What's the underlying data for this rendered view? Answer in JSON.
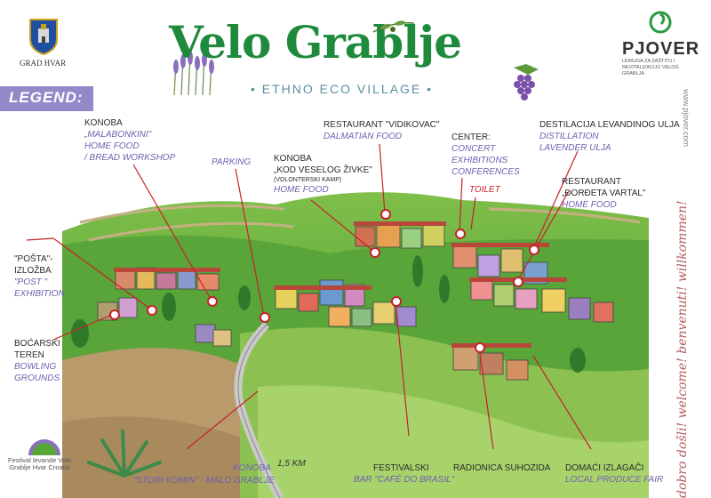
{
  "header": {
    "title": "Velo Grablje",
    "subtitle": "• ETHNO ECO VILLAGE •",
    "legend": "LEGEND:"
  },
  "logos": {
    "grad_hvar": "GRAD HVAR",
    "pjover": "PJOVER",
    "pjover_sub": "UDRUGA ZA ZAŠTITU I REVITALIZACIJU VELOG GRABLJA",
    "festival": "Festival levande Velo Grablje Hvar Croatia",
    "website": "www.pjover.com"
  },
  "side_text": "dobro došli! welcome! benvenuti! willkommen!",
  "labels": {
    "malabonkini": {
      "title": "KONOBA",
      "name": "„MALABONKINI\"",
      "desc1": "HOME FOOD",
      "desc2": "/ BREAD WORKSHOP"
    },
    "parking": {
      "desc": "PARKING"
    },
    "veselog": {
      "title": "KONOBA",
      "name": "„KOD VESELOG ŽIVKE\"",
      "sub": "(VOLONTERSKI KAMP)",
      "desc": "HOME FOOD"
    },
    "vidikovac": {
      "title": "RESTAURANT \"VIDIKOVAC\"",
      "desc": "DALMATIAN FOOD"
    },
    "center": {
      "title": "CENTER:",
      "d1": "CONCERT",
      "d2": "EXHIBITIONS",
      "d3": "CONFERENCES"
    },
    "toilet": {
      "desc": "TOILET"
    },
    "destilacija": {
      "title": "DESTILACIJA LEVANDINOG ULJA",
      "d1": "DISTILLATION",
      "d2": "LAVENDER ULJA"
    },
    "dordeta": {
      "title": "RESTAURANT",
      "name": "„ĐORĐETA VARTAL\"",
      "desc": "HOME FOOD"
    },
    "posta": {
      "t1": "\"POŠTA\"-",
      "t2": "IZLOŽBA",
      "d1": "\"POST \"",
      "d2": "EXHIBITION"
    },
    "bocarski": {
      "t1": "BOĆARSKI",
      "t2": "TEREN",
      "d1": "BOWLING",
      "d2": "GROUNDS"
    },
    "stori": {
      "title": "KONOBA",
      "desc": "\"STORI KOMIN\" - MALO GRABLJE",
      "distance": "1,5 KM"
    },
    "festivalski": {
      "title": "FESTIVALSKI",
      "desc": "BAR \"CAFÉ DO BRASIL\""
    },
    "radionica": {
      "title": "RADIONICA SUHOZIDA"
    },
    "domaci": {
      "title": "DOMAĆI IZLAGAČI",
      "desc": "LOCAL PRODUCE FAIR"
    }
  },
  "colors": {
    "title_green": "#1e8a3c",
    "legend_violet": "#9488c9",
    "label_violet": "#7060b0",
    "pin_red": "#c8202a"
  }
}
